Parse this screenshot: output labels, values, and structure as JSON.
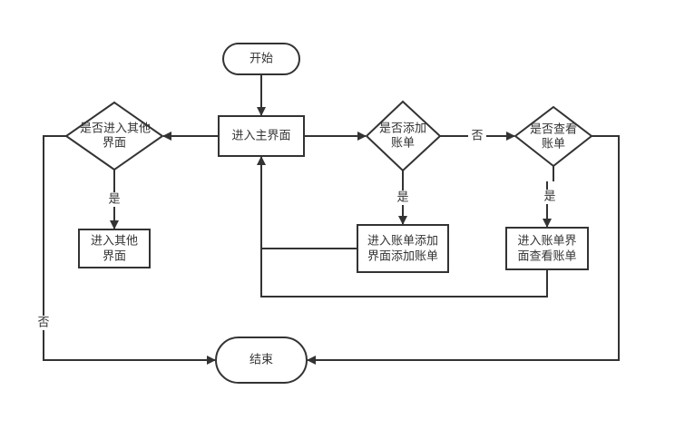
{
  "nodes": {
    "start": {
      "label": "开始"
    },
    "main": {
      "label": "进入主界面"
    },
    "decision_other": {
      "line1": "是否进入其他",
      "line2": "界面"
    },
    "other": {
      "line1": "进入其他",
      "line2": "界面"
    },
    "decision_add": {
      "line1": "是否添加",
      "line2": "账单"
    },
    "add": {
      "line1": "进入账单添加",
      "line2": "界面添加账单"
    },
    "decision_view": {
      "line1": "是否查看",
      "line2": "账单"
    },
    "view": {
      "line1": "进入账单界",
      "line2": "面查看账单"
    },
    "end": {
      "label": "结束"
    }
  },
  "edge_labels": {
    "other_yes": "是",
    "other_no": "否",
    "add_yes": "是",
    "add_no": "否",
    "view_yes": "是"
  },
  "colors": {
    "stroke": "#333333",
    "background": "#ffffff"
  }
}
